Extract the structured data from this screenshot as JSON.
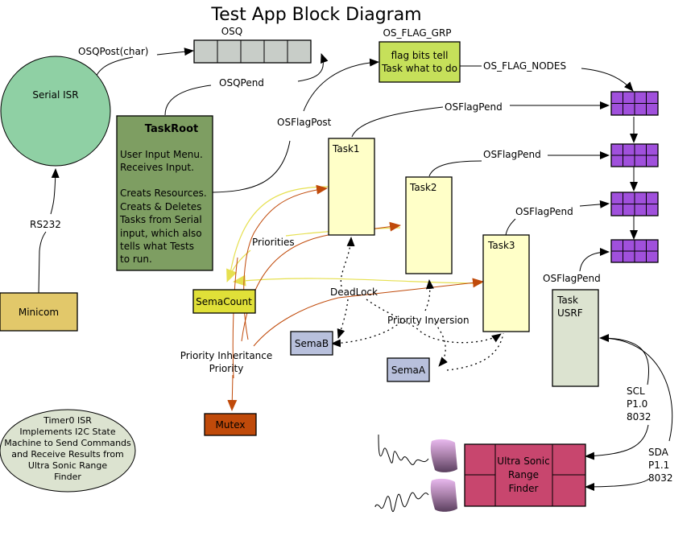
{
  "title": "Test App Block Diagram",
  "colors": {
    "serial_isr": "#8fd0a4",
    "osq": "#c8cdc8",
    "flag_grp": "#c6e05a",
    "task_root": "#7e9e62",
    "task": "#ffffc8",
    "task_usrf": "#dce3d0",
    "flag_node": "#a050dc",
    "minicom": "#e2c86a",
    "sema_count": "#e0e038",
    "sema": "#b8c0dc",
    "mutex": "#c04a0a",
    "timer_isr": "#dce3d0",
    "usrf": "#c8466e",
    "orange_arrow": "#c04a0a",
    "yellow_arrow": "#e6e050"
  },
  "nodes": {
    "serial_isr": "Serial ISR",
    "osq": "OSQ",
    "os_flag_grp_title": "OS_FLAG_GRP",
    "os_flag_grp_body": [
      "flag bits tell",
      "Task what to do"
    ],
    "task_root_title": "TaskRoot",
    "task_root_body": [
      "User Input Menu.",
      "Receives Input.",
      "",
      "Creats Resources.",
      "Creats & Deletes",
      "Tasks from Serial",
      "input, which also",
      "tells what Tests",
      "to run."
    ],
    "task1": "Task1",
    "task2": "Task2",
    "task3": "Task3",
    "task_usrf": [
      "Task",
      "USRF"
    ],
    "minicom": "Minicom",
    "sema_count": "SemaCount",
    "sema_b": "SemaB",
    "sema_a": "SemaA",
    "mutex": "Mutex",
    "timer_isr": [
      "Timer0 ISR",
      "Implements I2C State",
      "Machine to Send Commands",
      "and Receive Results from",
      "Ultra Sonic Range",
      "Finder"
    ],
    "usrf": [
      "Ultra Sonic",
      "Range",
      "Finder"
    ]
  },
  "edge_labels": {
    "osq_post": "OSQPost(char)",
    "osq_pend": "OSQPend",
    "os_flag_nodes": "OS_FLAG_NODES",
    "os_flag_post": "OSFlagPost",
    "flag_pend_1": "OSFlagPend",
    "flag_pend_2": "OSFlagPend",
    "flag_pend_3": "OSFlagPend",
    "flag_pend_usrf": "OSFlagPend",
    "rs232": "RS232",
    "priorities": "Priorities",
    "deadlock": "DeadLock",
    "priority_inversion": "Priority Inversion",
    "priority_inheritance": [
      "Priority Inheritance",
      "Priority"
    ],
    "scl": [
      "SCL",
      "P1.0",
      "8032"
    ],
    "sda": [
      "SDA",
      "P1.1",
      "8032"
    ]
  }
}
